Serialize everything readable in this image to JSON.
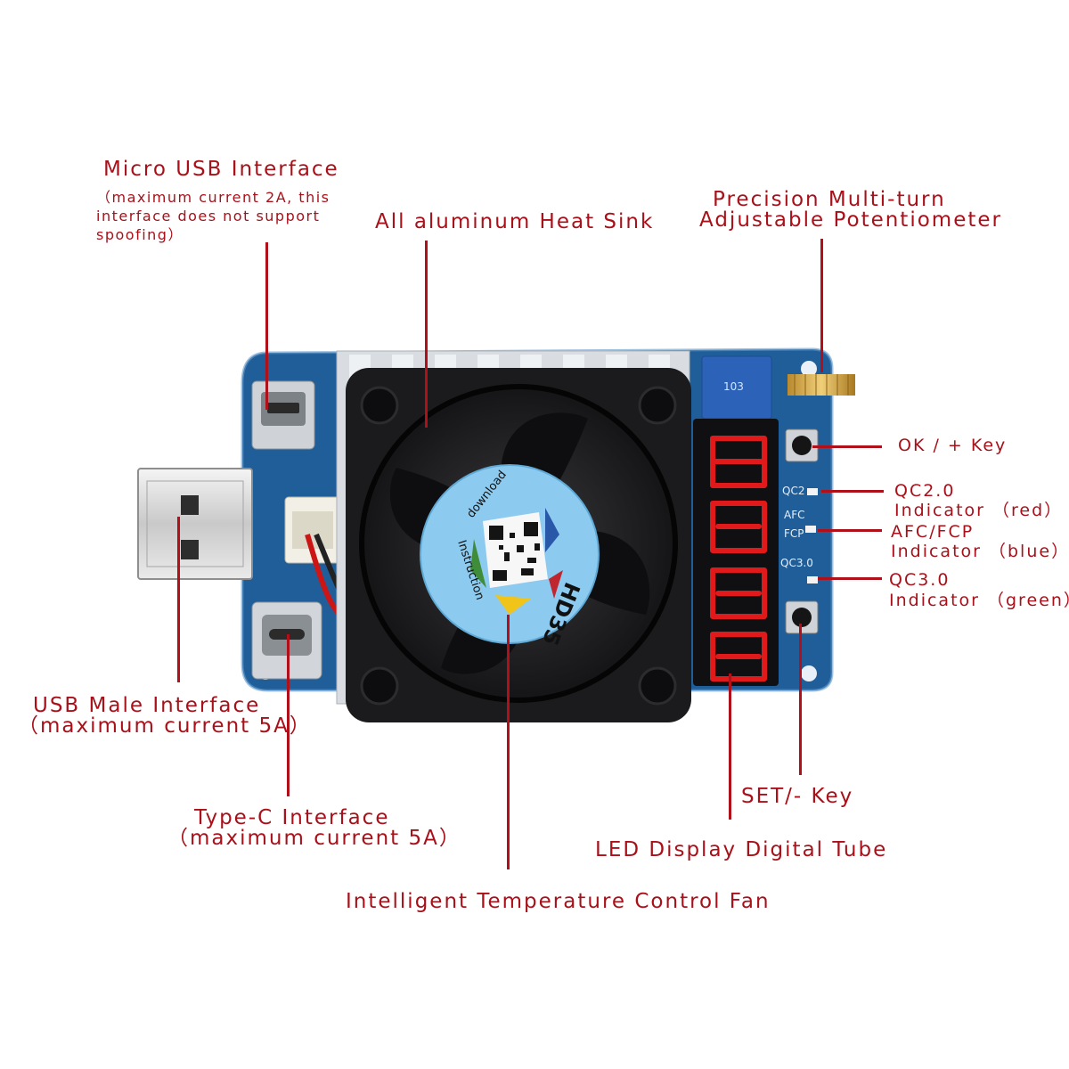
{
  "callouts": {
    "micro_usb": {
      "title": "Micro USB Interface",
      "note": "（maximum current 2A, this interface does not support spoofing）"
    },
    "heat_sink": {
      "title": "All aluminum Heat Sink"
    },
    "potentiometer": {
      "line1": "Precision Multi-turn",
      "line2": "Adjustable Potentiometer"
    },
    "ok_key": {
      "title": "OK / + Key"
    },
    "qc20": {
      "line1": "QC2.0",
      "line2": "Indicator （red）"
    },
    "afc_fcp": {
      "line1": "AFC/FCP",
      "line2": "Indicator （blue）"
    },
    "qc30": {
      "line1": "QC3.0",
      "line2": "Indicator （green）"
    },
    "usb_male": {
      "line1": "USB Male Interface",
      "line2": "（maximum current 5A）"
    },
    "type_c": {
      "line1": "Type-C Interface",
      "line2": "（maximum current 5A）"
    },
    "set_key": {
      "title": "SET/- Key"
    },
    "led_display": {
      "title": "LED Display Digital Tube"
    },
    "fan": {
      "title": "Intelligent Temperature Control Fan"
    }
  },
  "device": {
    "sticker_model": "HD35",
    "sticker_text_left": "download",
    "sticker_text_lower": "Instruction",
    "board_labels": {
      "qc2": "QC2",
      "afc": "AFC",
      "fcp": "FCP",
      "qc3": "QC3.0",
      "pot_code": "103"
    },
    "colors": {
      "pcb": "#1f5e99",
      "heatsink": "#d9dde2",
      "fan": "#1b1b1d",
      "sticker": "#8ccbef",
      "led": "#e01a1a",
      "label": "#a8111a"
    }
  }
}
